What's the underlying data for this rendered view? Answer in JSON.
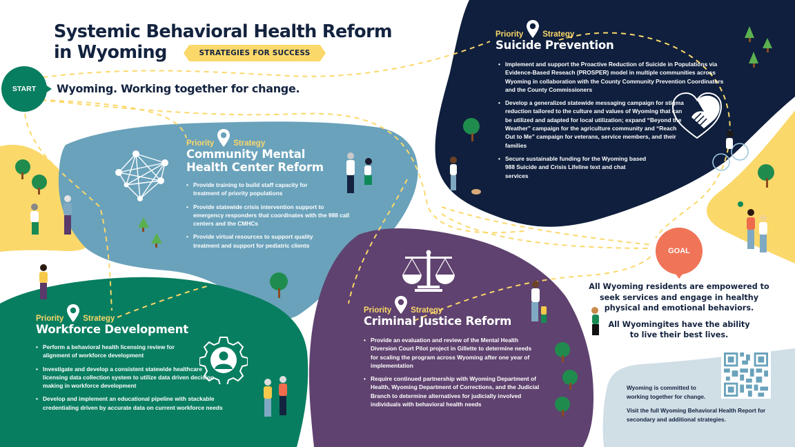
{
  "header": {
    "title_line1": "Systemic Behavioral Health Reform",
    "title_line2": "in Wyoming",
    "badge": "STRATEGIES FOR SUCCESS"
  },
  "start": {
    "label": "START",
    "tagline": "Wyoming. Working together for change."
  },
  "priority_label": {
    "left": "Priority",
    "right": "Strategy"
  },
  "sections": {
    "suicide_prevention": {
      "title": "Suicide Prevention",
      "icon": "heart-handshake-icon",
      "bullets": [
        "Implement and support the Proactive Reduction of  Suicide in Populations via Evidence-Based Reseach  (PROSPER) model in multiple communities across  Wyoming in collaboration with the County Community Prevention Coordinators and the County Commissioners",
        "Develop a generalized statewide messaging campaign for stigma reduction tailored to the culture and values of Wyoming that can be utilized and adapted for local utilization; expand “Beyond the Weather” campaign for the agriculture community and “Reach Out to Me” campaign for veterans, service members, and their families",
        "Secure sustainable funding for the Wyoming based 988 Suicide and Crisis Lifeline text and chat services"
      ]
    },
    "cmhc_reform": {
      "title_line1": "Community Mental",
      "title_line2": "Health Center Reform",
      "icon": "network-icon",
      "bullets": [
        "Provide training to build staff capacity for treatment of priority populations",
        "Provide statewide crisis intervention support to emergency responders that coordinates with the 988 call centers and the CMHCs",
        "Provide virtual resources to support quality treatment and support for pediatric clients"
      ]
    },
    "workforce_development": {
      "title": "Workforce Development",
      "icon": "gear-person-icon",
      "bullets": [
        "Perform a behavioral health licensing review for alignment of workforce development",
        "Investigate and develop a consistent statewide healthcare licensing data collection system to utilize data driven decision making in workforce development",
        "Develop and implement an educational pipeline with stackable credentialing driven by accurate data on current workforce needs"
      ]
    },
    "criminal_justice_reform": {
      "title": "Criminal Justice Reform",
      "icon": "scales-of-justice-icon",
      "bullets": [
        "Provide an evaluation and review of the Mental Health Diversion Court Pilot project in Gillette to determine needs for scaling the program across Wyoming after one year of implementation",
        "Require continued partnership with Wyoming Department of Health, Wyoming Department of Corrections, and the Judicial Branch to determine alternatives for judicially involved individuals with behavioral health needs"
      ]
    }
  },
  "goal": {
    "label": "GOAL",
    "statement1": "All Wyoming residents are empowered to seek services and engage in healthy physical and emotional behaviors.",
    "statement2": "All Wyomingites have the ability to live their best lives."
  },
  "footer": {
    "line1": "Wyoming is committed to working together for change.",
    "line2": "Visit the full Wyoming Behavioral Health Report for secondary and additional strategies.",
    "qr_icon": "qr-code-icon"
  },
  "colors": {
    "navy": "#0f1f3d",
    "teal_blue": "#6aa2bb",
    "green": "#087e60",
    "purple": "#5f426f",
    "yellow": "#fbd86a",
    "coral": "#f07457",
    "light_blue": "#d0dee6",
    "text_dark": "#13233f"
  }
}
